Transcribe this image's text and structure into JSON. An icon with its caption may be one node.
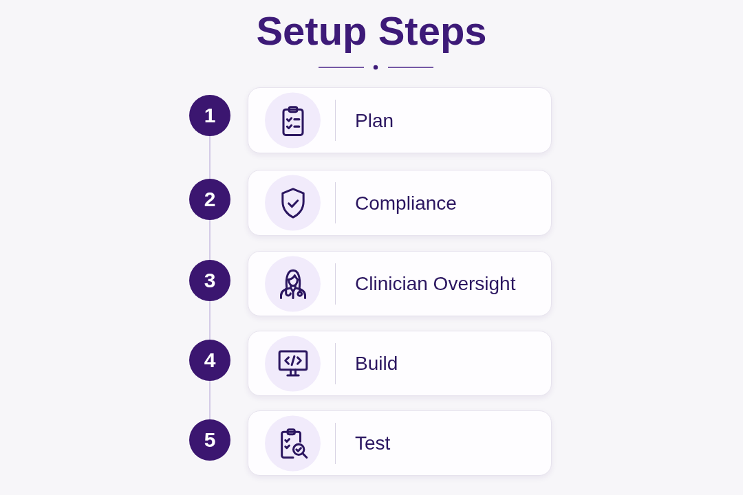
{
  "diagram": {
    "title": "Setup Steps",
    "nodes": [
      {
        "text": [
          "1"
        ]
      },
      {
        "text": [
          "Plan"
        ]
      },
      {
        "text": [
          "2"
        ]
      },
      {
        "text": [
          "Compliance"
        ]
      },
      {
        "text": [
          "3"
        ]
      },
      {
        "text": [
          "Clinician Oversight"
        ]
      },
      {
        "text": [
          "4"
        ]
      },
      {
        "text": [
          "Build"
        ]
      },
      {
        "text": [
          "5"
        ]
      },
      {
        "text": [
          "Test"
        ]
      }
    ],
    "edges": [
      {
        "from": 0,
        "to": 2,
        "arrow": "none"
      },
      {
        "from": 2,
        "to": 4,
        "arrow": "none"
      },
      {
        "from": 4,
        "to": 6,
        "arrow": "none"
      },
      {
        "from": 6,
        "to": 8,
        "arrow": "none"
      }
    ]
  }
}
